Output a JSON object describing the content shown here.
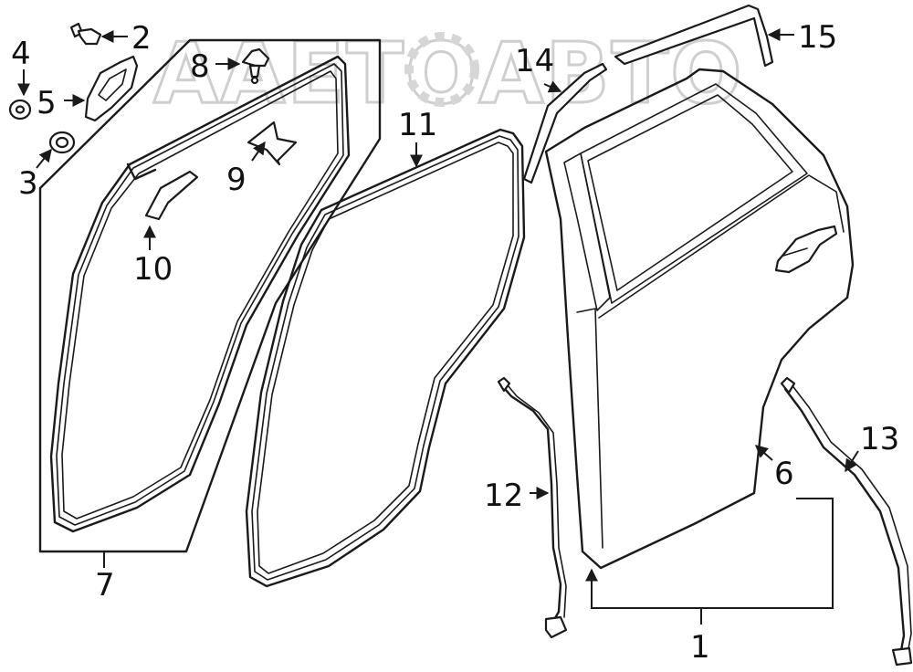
{
  "watermark": {
    "text": "ААЕТОАВТО"
  },
  "callouts": {
    "c1": "1",
    "c2": "2",
    "c3": "3",
    "c4": "4",
    "c5": "5",
    "c6": "6",
    "c7": "7",
    "c8": "8",
    "c9": "9",
    "c10": "10",
    "c11": "11",
    "c12": "12",
    "c13": "13",
    "c14": "14",
    "c15": "15"
  }
}
